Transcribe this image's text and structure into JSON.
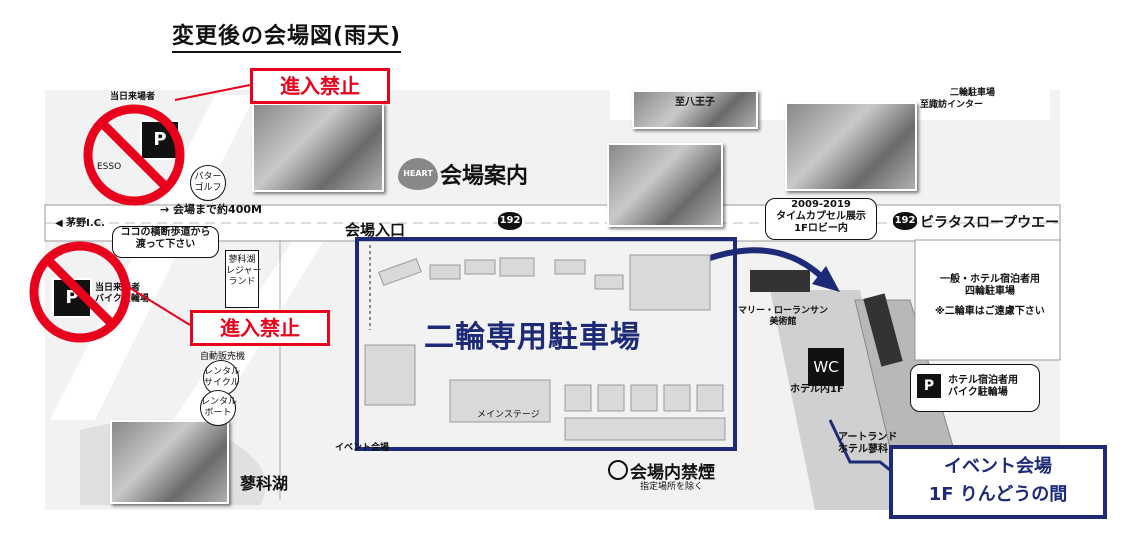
{
  "title": "変更後の会場図(雨天)",
  "no_entry_label": "進入禁止",
  "zone": {
    "label": "二輪専用駐車場"
  },
  "venue": {
    "line1": "イベント会場",
    "line2": "1F りんどうの間"
  },
  "labels": {
    "venue_guide": "会場案内",
    "heart": "HEART",
    "entrance": "会場入口",
    "route192": "192",
    "to_hachioji": "至八王子",
    "to_suwa": "至諏訪インター",
    "bikini_lot": "二輪駐車場",
    "to_venue": "→ 会場まで約400M",
    "tateshina_ic": "◀ 茅野I.C.",
    "crosswalk": "ココの横断歩道から\n渡って下さい",
    "timecapsule": "2009-2019\nタイムカプセル展示\n1Fロビー内",
    "skyline": "ビラタスロープウエー",
    "parking_general": "一般・ホテル宿泊者用\n四輪駐車場",
    "parking_note": "※二輪車はご遠慮下さい",
    "hotel_bike": "ホテル宿泊者用\nバイク駐輪場",
    "wc": "WC",
    "hotel_1f": "ホテル内1F",
    "art_land": "アートランド\nホテル蓼科",
    "museum": "マリー・ローランサン\n美術館",
    "no_smoking": "会場内禁煙",
    "no_smoking_note": "指定場所を除く",
    "lake": "蓼科湖",
    "event_venue_small": "イベント会場",
    "sameday_visitor": "当日来場者",
    "sameday_bike": "当日来場者\nバイク駐輪場",
    "putter_golf": "パター\nゴルフ",
    "leisure_land": "蓼科湖\nレジャー\nランド",
    "rental_cycle": "レンタル\nサイクル",
    "rental_boat": "レンタル\nボート",
    "vending": "自動販売機",
    "esso": "ESSO",
    "main_stage": "メインステージ",
    "parking_p": "P"
  },
  "colors": {
    "navy": "#1d2a78",
    "red": "#e8001c"
  }
}
